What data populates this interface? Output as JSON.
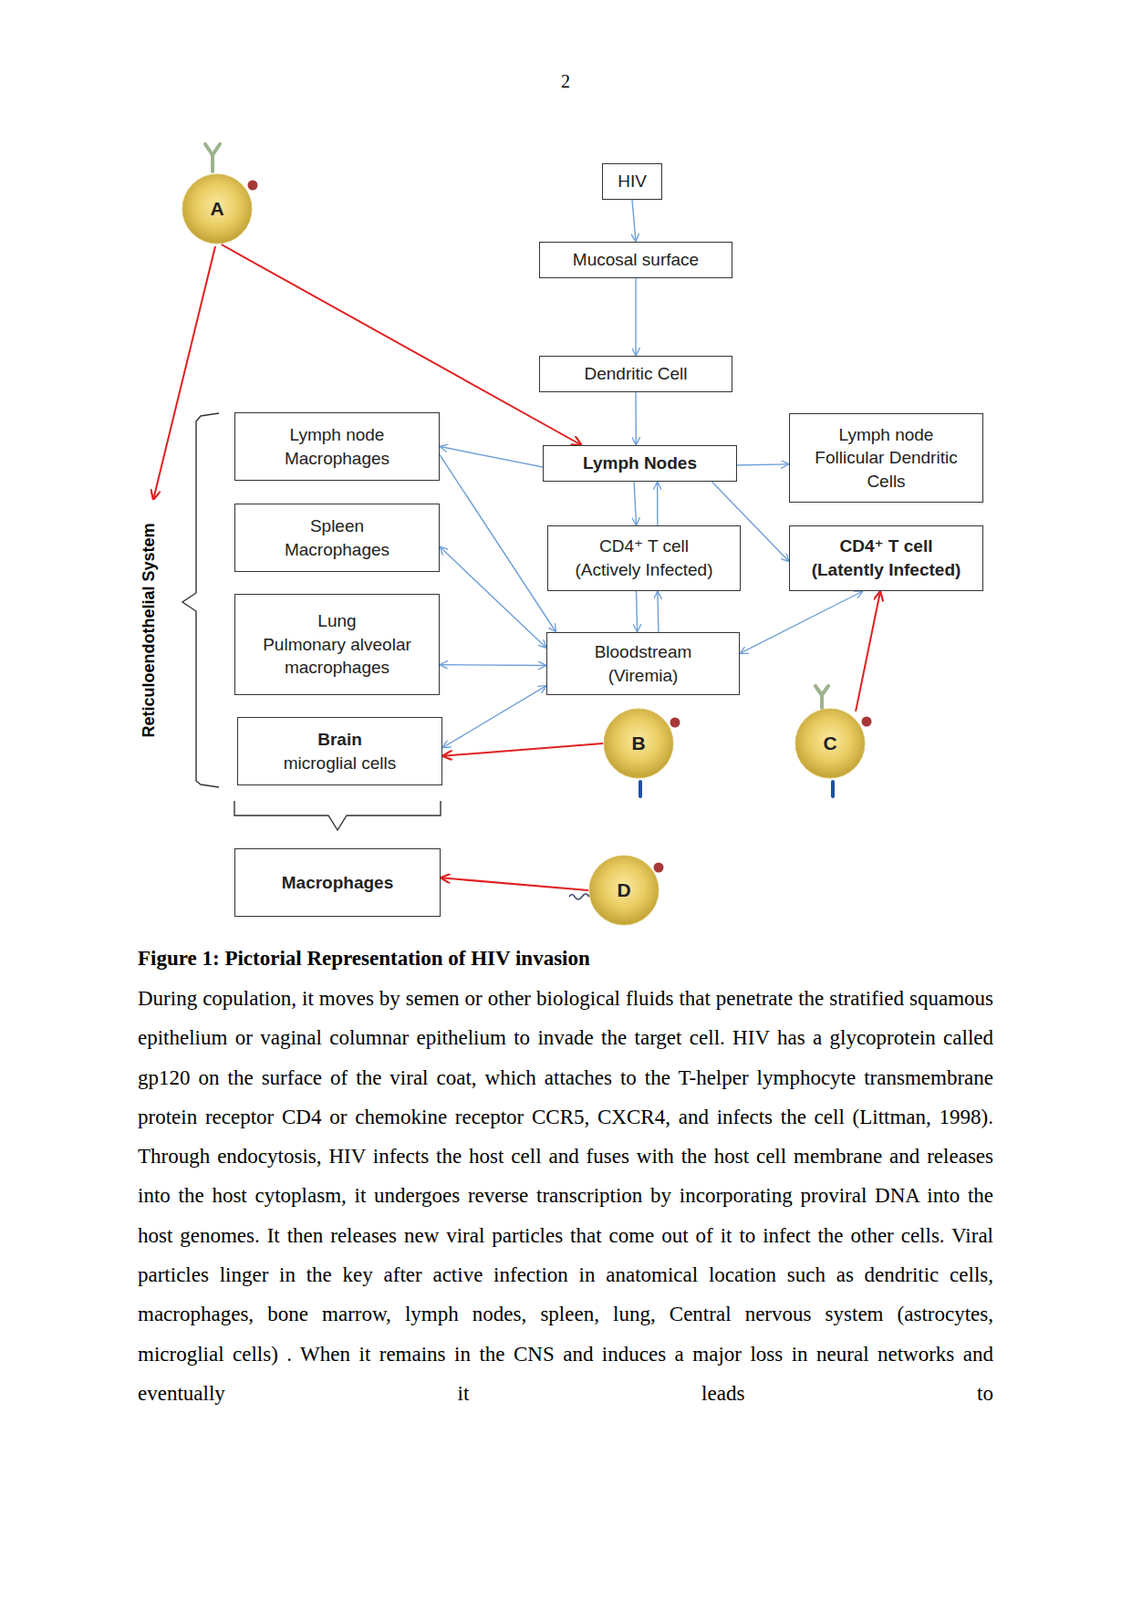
{
  "diagram": {
    "caption": "Figure 1: Pictorial Representation of HIV invasion",
    "nodes": [
      {
        "text": [
          "HIV"
        ]
      },
      {
        "text": [
          "Mucosal surface"
        ]
      },
      {
        "text": [
          "A"
        ]
      },
      {
        "text": [
          "Dendritic Cell"
        ]
      },
      {
        "text": [
          "Lymph node Macrophages"
        ]
      },
      {
        "text": [
          "Lymph Nodes"
        ]
      },
      {
        "text": [
          "Lymph node",
          "Follicular Dendritic Cells"
        ]
      },
      {
        "text": [
          "Spleen",
          "Macrophages"
        ]
      },
      {
        "text": [
          "CD4⁺ T cell",
          "(Actively Infected)"
        ]
      },
      {
        "text": [
          "CD4⁺ T cell",
          "(Latently Infected)"
        ]
      },
      {
        "text": [
          "Lung",
          "Pulmonary alveolar macrophages"
        ]
      },
      {
        "text": [
          "Bloodstream",
          "(Viremia)"
        ]
      },
      {
        "text": [
          "Brain",
          "microglial cells"
        ]
      },
      {
        "text": [
          "B"
        ]
      },
      {
        "text": [
          "C"
        ]
      },
      {
        "text": [
          "Macrophages"
        ]
      },
      {
        "text": [
          "D"
        ]
      }
    ],
    "edges": [
      {
        "from": 0,
        "to": 1,
        "arrow": "to"
      },
      {
        "from": 1,
        "to": 3,
        "arrow": "to"
      },
      {
        "from": 3,
        "to": 5,
        "arrow": "to"
      },
      {
        "from": 5,
        "to": 4,
        "arrow": "to"
      },
      {
        "from": 5,
        "to": 6,
        "arrow": "to"
      },
      {
        "from": 5,
        "to": 8,
        "arrow": "to"
      },
      {
        "from": 8,
        "to": 5,
        "arrow": "to"
      },
      {
        "from": 5,
        "to": 9,
        "arrow": "to"
      },
      {
        "from": 8,
        "to": 11,
        "arrow": "to"
      },
      {
        "from": 11,
        "to": 8,
        "arrow": "to"
      },
      {
        "from": 4,
        "to": 11,
        "arrow": "to"
      },
      {
        "from": 7,
        "to": 11,
        "arrow": "both"
      },
      {
        "from": 10,
        "to": 11,
        "arrow": "both"
      },
      {
        "from": 12,
        "to": 11,
        "arrow": "both"
      },
      {
        "from": 11,
        "to": 9,
        "arrow": "both"
      },
      {
        "from": 2,
        "to": 5,
        "arrow": "to"
      },
      {
        "from": 13,
        "to": 12,
        "arrow": "to"
      },
      {
        "from": 14,
        "to": 9,
        "arrow": "to"
      },
      {
        "from": 16,
        "to": 15,
        "arrow": "to"
      }
    ],
    "labels": [
      "2",
      "Reticuloendothelial System",
      "During copulation, it moves by semen or other biological fluids that penetrate the stratified squamous epithelium or vaginal columnar epithelium to invade the target cell. HIV has a glycoprotein called gp120 on the surface of the viral coat, which attaches to the T-helper lymphocyte transmembrane protein receptor CD4 or chemokine receptor CCR5, CXCR4, and infects the cell (Littman, 1998). Through endocytosis, HIV infects the host cell and fuses with the host cell membrane and releases into the host cytoplasm, it undergoes reverse transcription by incorporating proviral DNA into the host genomes. It then releases new viral particles that come out of it to infect the other cells. Viral particles linger in the key after active infection in anatomical location such as dendritic cells, macrophages, bone marrow, lymph nodes, spleen, lung, Central nervous system (astrocytes, microglial cells) . When it remains in the CNS and induces a major loss in neural networks and eventually it leads to"
    ]
  }
}
